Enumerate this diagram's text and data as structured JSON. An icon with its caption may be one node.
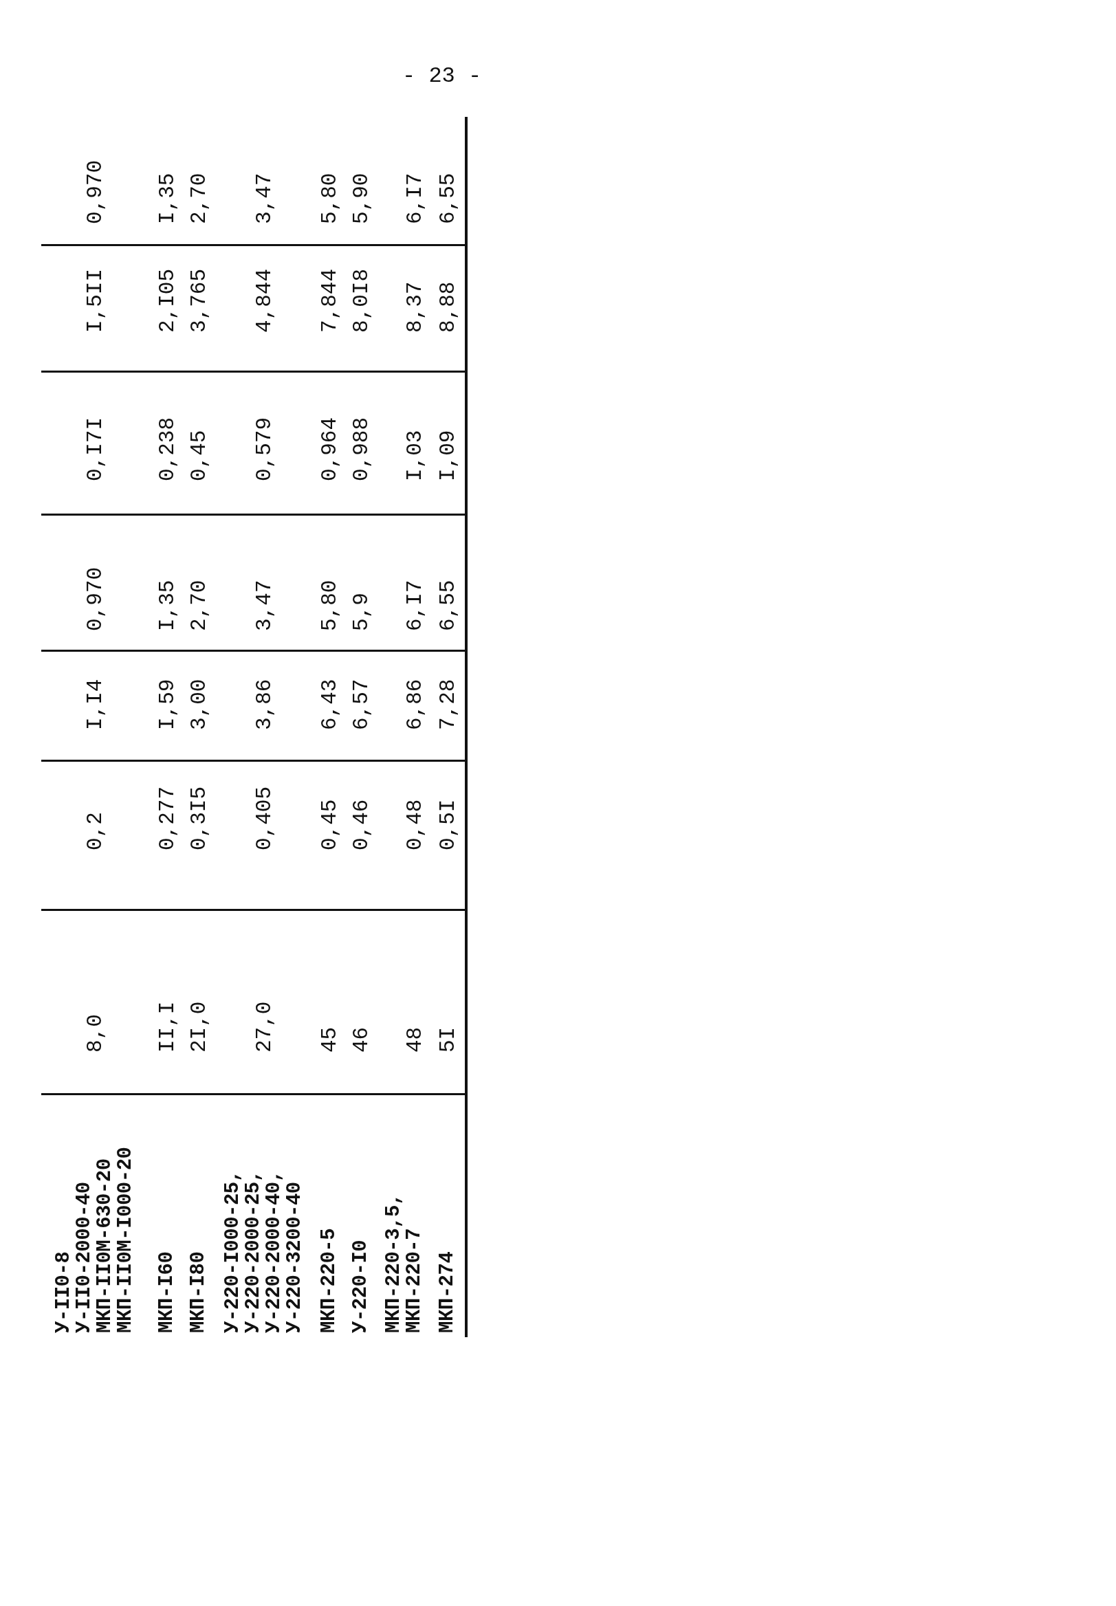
{
  "diagram": {
    "labels": [
      "- 23 -",
      "У-II0-8",
      "У-II0-2000-40",
      "МКП-II0М-630-20",
      "МКП-II0М-I000-20",
      "8,0",
      "0,2",
      "I,I4",
      "0,970",
      "0,I7I",
      "I,5II",
      "0,970",
      "МКП-I60",
      "II,I",
      "0,277",
      "I,59",
      "I,35",
      "0,238",
      "2,I05",
      "I,35",
      "МКП-I80",
      "2I,0",
      "0,3I5",
      "3,00",
      "2,70",
      "0,45",
      "3,765",
      "2,70",
      "У-220-I000-25,",
      "У-220-2000-25,",
      "У-220-2000-40,",
      "У-220-3200-40",
      "27,0",
      "0,405",
      "3,86",
      "3,47",
      "0,579",
      "4,844",
      "3,47",
      "МКП-220-5",
      "45",
      "0,45",
      "6,43",
      "5,80",
      "0,964",
      "7,844",
      "5,80",
      "У-220-I0",
      "46",
      "0,46",
      "6,57",
      "5,9",
      "0,988",
      "8,0I8",
      "5,90",
      "МКП-220-3,5,",
      "МКП-220-7",
      "48",
      "0,48",
      "6,86",
      "6,I7",
      "I,03",
      "8,37",
      "6,I7",
      "МКП-274",
      "5I",
      "0,5I",
      "7,28",
      "6,55",
      "I,09",
      "8,88",
      "6,55"
    ]
  }
}
